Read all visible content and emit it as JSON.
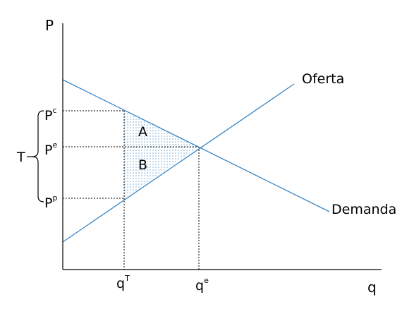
{
  "axes": {
    "y_label": "P",
    "x_label": "q"
  },
  "curves": {
    "supply_label": "Oferta",
    "demand_label": "Demanda",
    "color": "#3b86c4"
  },
  "prices": {
    "consumer": {
      "base": "P",
      "sup": "c"
    },
    "equilibrium": {
      "base": "P",
      "sup": "e"
    },
    "producer": {
      "base": "P",
      "sup": "p"
    }
  },
  "quantities": {
    "tax": {
      "base": "q",
      "sup": "T"
    },
    "equilibrium": {
      "base": "q",
      "sup": "e"
    }
  },
  "tax_label": "T",
  "areas": {
    "upper": "A",
    "lower": "B",
    "fill_color": "#3b86c4"
  }
}
